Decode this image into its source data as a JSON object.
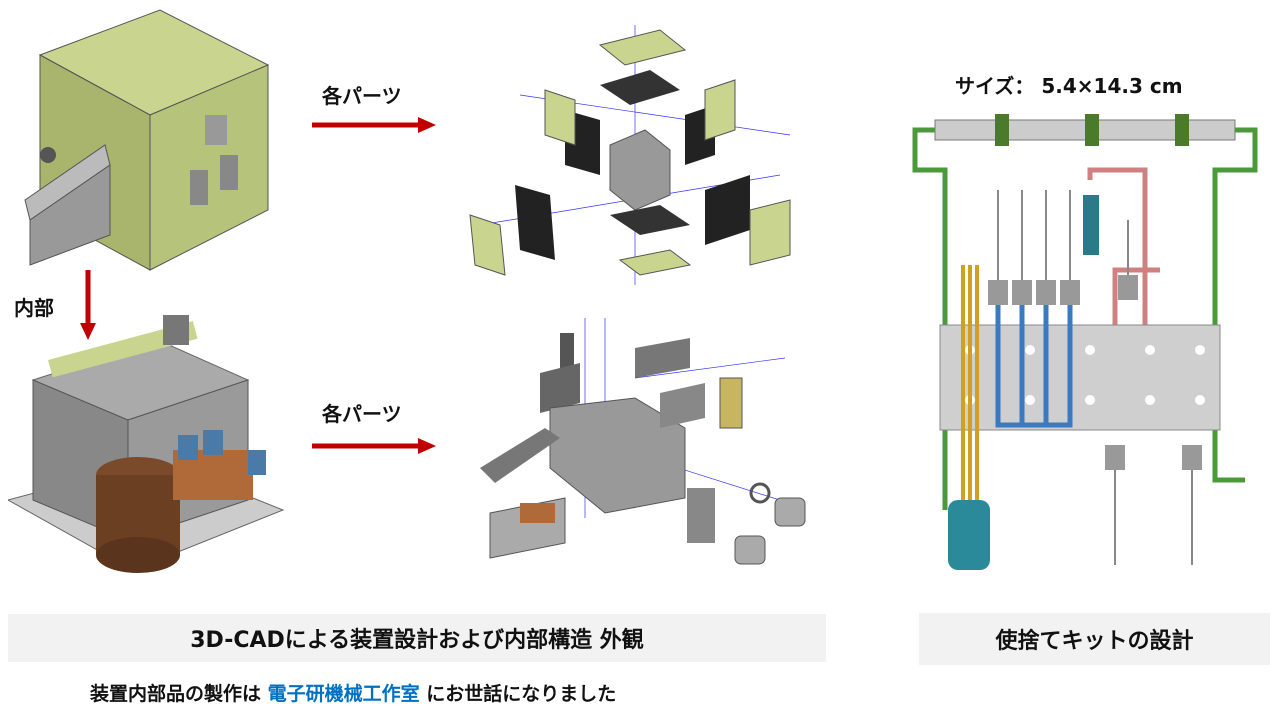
{
  "labels": {
    "parts_top": "各パーツ",
    "parts_bottom": "各パーツ",
    "interior": "内部",
    "size": "サイズ： 5.4×14.3 cm"
  },
  "captions": {
    "left": "3D-CADによる装置設計および内部構造  外観",
    "right": "使捨てキットの設計"
  },
  "note": {
    "prefix": "装置内部品の製作は ",
    "link": "電子研機械工作室",
    "suffix": " にお世話になりました"
  },
  "colors": {
    "arrow": "#c00000",
    "link": "#0070c0",
    "housing": "#b5c47a",
    "caption_bg": "#f2f2f2"
  }
}
